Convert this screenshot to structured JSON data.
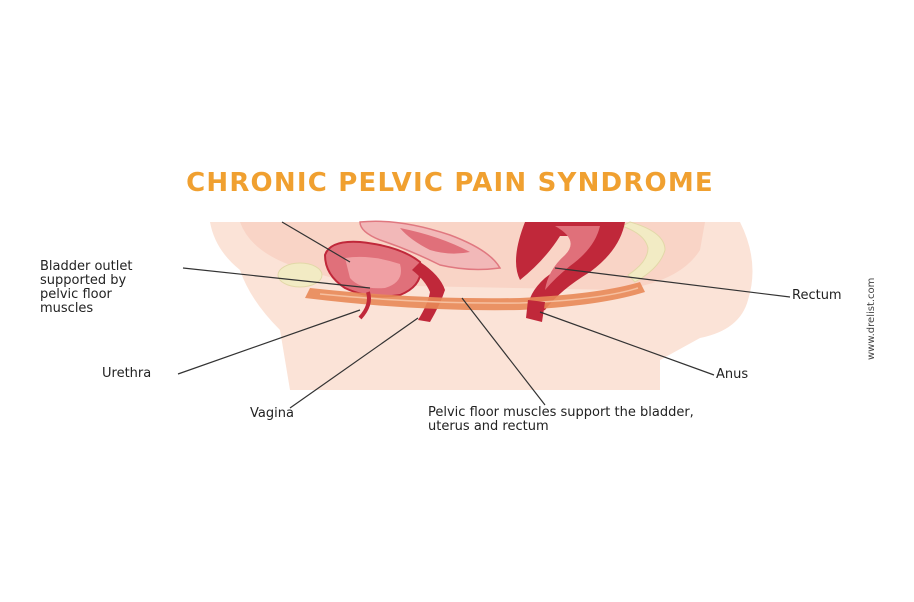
{
  "title": "CHRONIC PELVIC PAIN SYNDROME",
  "labels": {
    "bladder_outlet": "Bladder outlet\nsupported by\npelvic floor\nmuscles",
    "urethra": "Urethra",
    "vagina": "Vagina",
    "rectum": "Rectum",
    "anus": "Anus",
    "pelvic_floor": "Pelvic floor muscles support the bladder,\nuterus and rectum"
  },
  "watermark": "www.drelist.com",
  "colors": {
    "title": "#f0a030",
    "skin": "#f8ddd0",
    "organ_dark": "#c0283a",
    "organ_mid": "#e0707a",
    "organ_light": "#f2b8b8",
    "muscle": "#e88858",
    "bone": "#f0e8c0"
  }
}
